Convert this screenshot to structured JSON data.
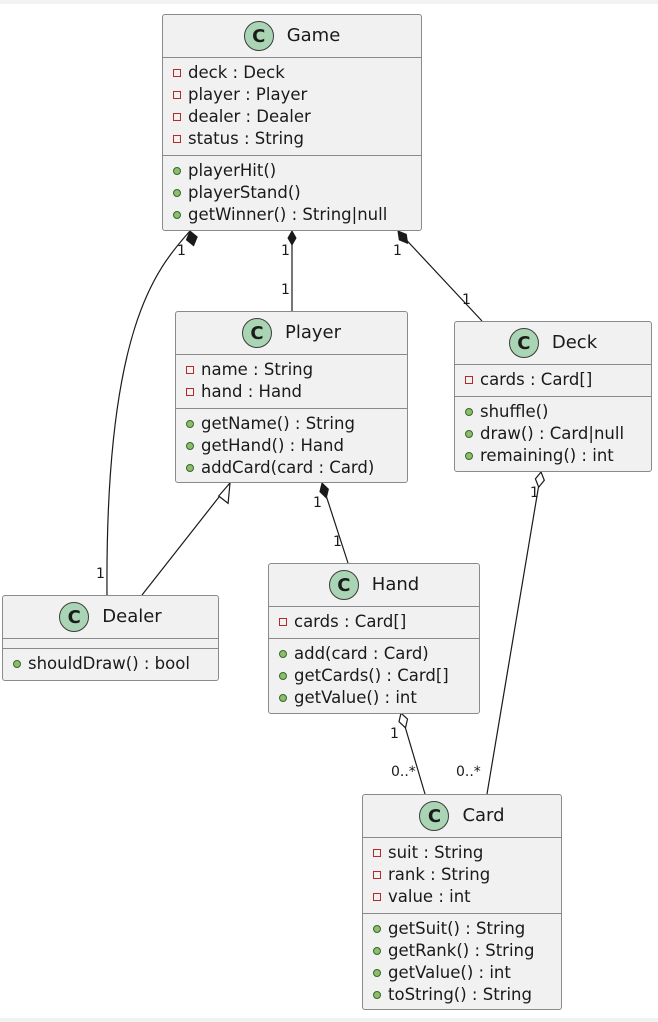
{
  "classes": {
    "game": {
      "name": "Game",
      "attributes": [
        "deck : Deck",
        "player : Player",
        "dealer : Dealer",
        "status : String"
      ],
      "methods": [
        "playerHit()",
        "playerStand()",
        "getWinner() : String|null"
      ]
    },
    "player": {
      "name": "Player",
      "attributes": [
        "name : String",
        "hand : Hand"
      ],
      "methods": [
        "getName() : String",
        "getHand() : Hand",
        "addCard(card : Card)"
      ]
    },
    "deck": {
      "name": "Deck",
      "attributes": [
        "cards : Card[]"
      ],
      "methods": [
        "shuffle()",
        "draw() : Card|null",
        "remaining() : int"
      ]
    },
    "dealer": {
      "name": "Dealer",
      "attributes": [],
      "methods": [
        "shouldDraw() : bool"
      ]
    },
    "hand": {
      "name": "Hand",
      "attributes": [
        "cards : Card[]"
      ],
      "methods": [
        "add(card : Card)",
        "getCards() : Card[]",
        "getValue() : int"
      ]
    },
    "card": {
      "name": "Card",
      "attributes": [
        "suit : String",
        "rank : String",
        "value : int"
      ],
      "methods": [
        "getSuit() : String",
        "getRank() : String",
        "getValue() : int",
        "toString() : String"
      ]
    }
  },
  "class_badge": "C",
  "colors": {
    "box_fill": "#f1f1f1",
    "box_border": "#8a8a8a",
    "badge_fill": "#a9d5b4",
    "private_marker": "#b22a2a",
    "public_marker": "#8fbc6a",
    "line": "#1a1a1a"
  },
  "relations": [
    {
      "from": "Game",
      "to": "Dealer",
      "kind": "composition",
      "from_mult": "1",
      "to_mult": "1"
    },
    {
      "from": "Game",
      "to": "Player",
      "kind": "composition",
      "from_mult": "1",
      "to_mult": "1"
    },
    {
      "from": "Game",
      "to": "Deck",
      "kind": "composition",
      "from_mult": "1",
      "to_mult": "1"
    },
    {
      "from": "Player",
      "to": "Hand",
      "kind": "composition",
      "from_mult": "1",
      "to_mult": "1"
    },
    {
      "from": "Dealer",
      "to": "Player",
      "kind": "inheritance"
    },
    {
      "from": "Hand",
      "to": "Card",
      "kind": "aggregation",
      "from_mult": "1",
      "to_mult": "0..*"
    },
    {
      "from": "Deck",
      "to": "Card",
      "kind": "aggregation",
      "from_mult": "1",
      "to_mult": "0..*"
    }
  ]
}
